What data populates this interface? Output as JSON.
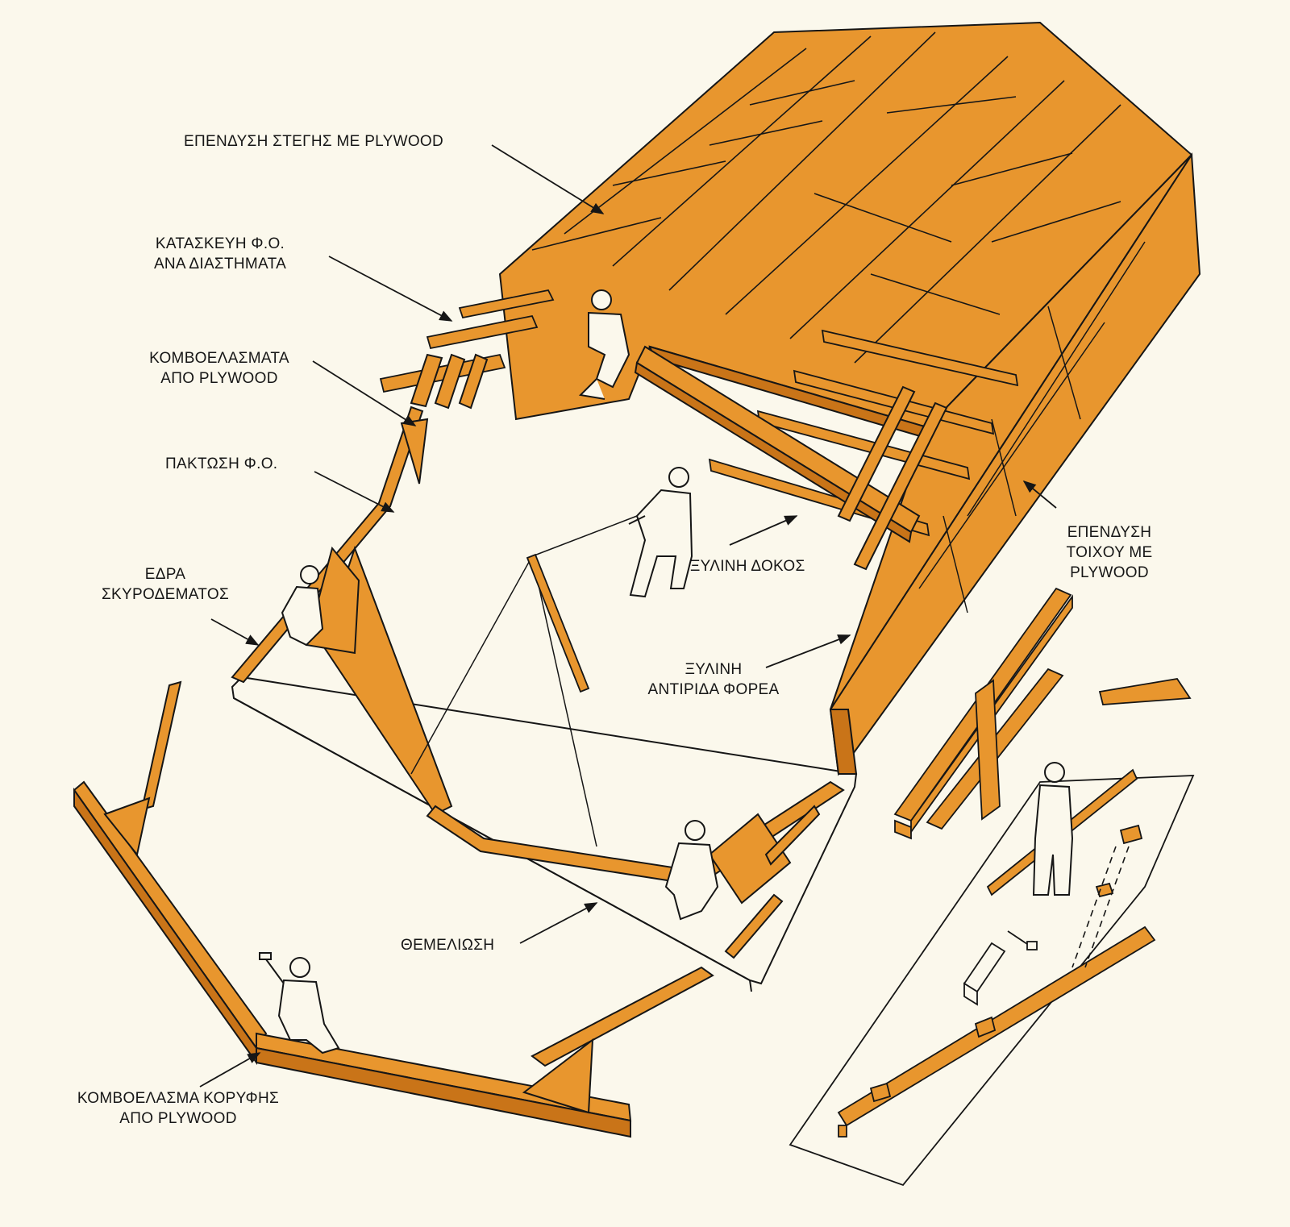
{
  "colors": {
    "paper": "#fbf8ec",
    "wood": "#e8962e",
    "wood_dark": "#c97418",
    "ink": "#161616"
  },
  "labels": {
    "roof_sheathing": "ΕΠΕΝΔΥΣΗ ΣΤΕΓΗΣ ΜΕ PLYWOOD",
    "construction_1": "ΚΑΤΑΣΚΕΥΗ   Φ.Ο.",
    "construction_2": "ΑΝΑ ΔΙΑΣΤΗΜΑΤΑ",
    "gussets_1": "ΚΟΜΒΟΕΛΑΣΜΑΤΑ",
    "gussets_2": "ΑΠΟ PLYWOOD",
    "fixing": "ΠΑΚΤΩΣΗ Φ.Ο.",
    "seat_1": "ΕΔΡΑ",
    "seat_2": "ΣΚΥΡΟΔΕΜΑΤΟΣ",
    "beam": "ΞΥΛΙΝΗ ΔΟΚΟΣ",
    "brace_1": "ΞΥΛΙΝΗ",
    "brace_2": "ΑΝΤΙΡΙΔΑ ΦΟΡΕΑ",
    "wall_1": "ΕΠΕΝΔΥΣΗ",
    "wall_2": "ΤΟΙΧΟΥ ΜΕ",
    "wall_3": "PLYWOOD",
    "foundation": "ΘΕΜΕΛΙΩΣΗ",
    "apex_1": "ΚΟΜΒΟΕΛΑΣΜΑ ΚΟΡΥΦΗΣ",
    "apex_2": "ΑΠΟ PLYWOOD"
  }
}
